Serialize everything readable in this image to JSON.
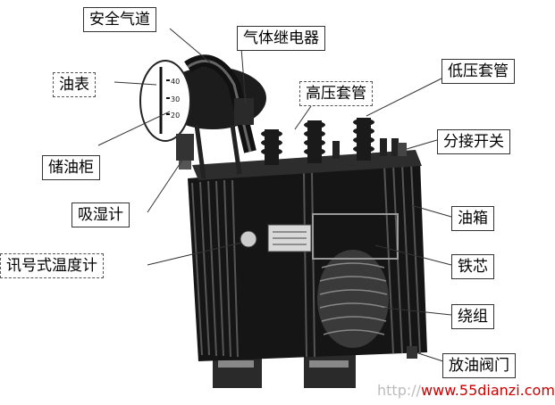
{
  "labels": {
    "safety_airway": "安全气道",
    "gas_relay": "气体继电器",
    "oil_gauge": "油表",
    "hv_bushing": "高压套管",
    "lv_bushing": "低压套管",
    "tap_changer": "分接开关",
    "conservator": "储油柜",
    "breather": "吸湿计",
    "oil_tank": "油箱",
    "thermometer": "讯号式温度计",
    "iron_core": "铁芯",
    "winding": "绕组",
    "oil_valve": "放油阀门"
  },
  "gauge_ticks": [
    "40",
    "30",
    "20"
  ],
  "watermark": {
    "prefix": "http://",
    "site": "www.55dianzi.com"
  }
}
